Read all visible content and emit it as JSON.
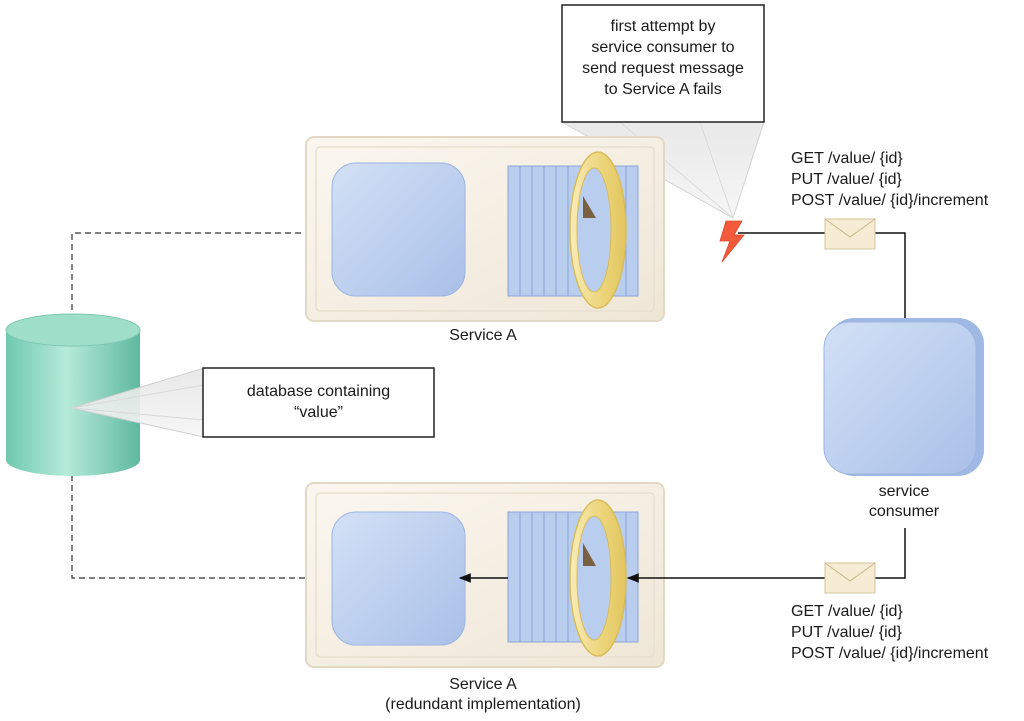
{
  "service_top": {
    "label": "Service A"
  },
  "service_bottom": {
    "label_line1": "Service A",
    "label_line2": "(redundant implementation)"
  },
  "consumer": {
    "label_line1": "service",
    "label_line2": "consumer"
  },
  "callout_failure": {
    "lines": [
      "first attempt by",
      "service consumer to",
      "send request message",
      "to Service A fails"
    ]
  },
  "callout_database": {
    "lines": [
      "database containing",
      "“value”"
    ]
  },
  "messages_top": [
    "GET /value/ {id}",
    "PUT /value/ {id}",
    "POST /value/ {id}/increment"
  ],
  "messages_bottom": [
    "GET /value/ {id}",
    "PUT /value/ {id}",
    "POST /value/ {id}/increment"
  ],
  "colors": {
    "cylinder": "#7fd1b9",
    "service_core": "#b9cdee",
    "frame": "#f3ece0",
    "ring": "#f1de94",
    "failure": "#f15a3a"
  }
}
